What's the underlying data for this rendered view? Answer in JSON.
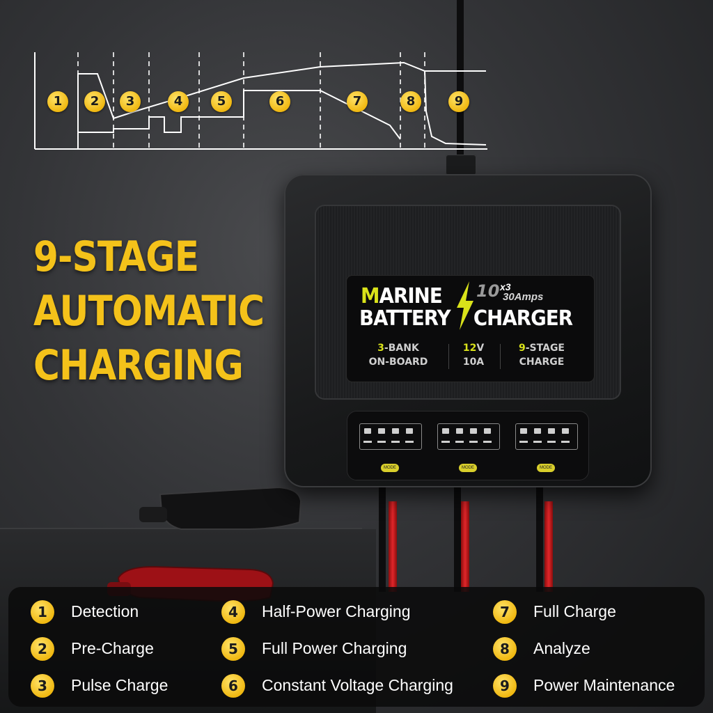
{
  "headline": {
    "line1": "9-STAGE",
    "line2": "AUTOMATIC",
    "line3": "CHARGING"
  },
  "graph": {
    "stage_numbers": [
      "1",
      "2",
      "3",
      "4",
      "5",
      "6",
      "7",
      "8",
      "9"
    ]
  },
  "device": {
    "label": {
      "title_marine_highlight": "M",
      "title_marine_rest": "ARINE",
      "title_line2": "BATTERY",
      "title_charger": "CHARGER",
      "current_big": "10",
      "multiplier": "x3",
      "total_amps": "30Amps"
    },
    "specs": [
      {
        "accent": "3",
        "line1_rest": "-BANK",
        "line2": "ON-BOARD"
      },
      {
        "accent": "12",
        "line1_rest": "V",
        "line2": "10A"
      },
      {
        "accent": "9",
        "line1_rest": "-STAGE",
        "line2": "CHARGE"
      }
    ],
    "mode_button_label": "MODE"
  },
  "legend": [
    {
      "num": "1",
      "label": "Detection"
    },
    {
      "num": "2",
      "label": "Pre-Charge"
    },
    {
      "num": "3",
      "label": "Pulse Charge"
    },
    {
      "num": "4",
      "label": "Half-Power Charging"
    },
    {
      "num": "5",
      "label": "Full Power Charging"
    },
    {
      "num": "6",
      "label": "Constant Voltage Charging"
    },
    {
      "num": "7",
      "label": "Full Charge"
    },
    {
      "num": "8",
      "label": "Analyze"
    },
    {
      "num": "9",
      "label": "Power Maintenance"
    }
  ],
  "colors": {
    "accent_yellow": "#f4c21a",
    "label_green_yellow": "#d9e21a",
    "cable_red": "#e0262a"
  }
}
